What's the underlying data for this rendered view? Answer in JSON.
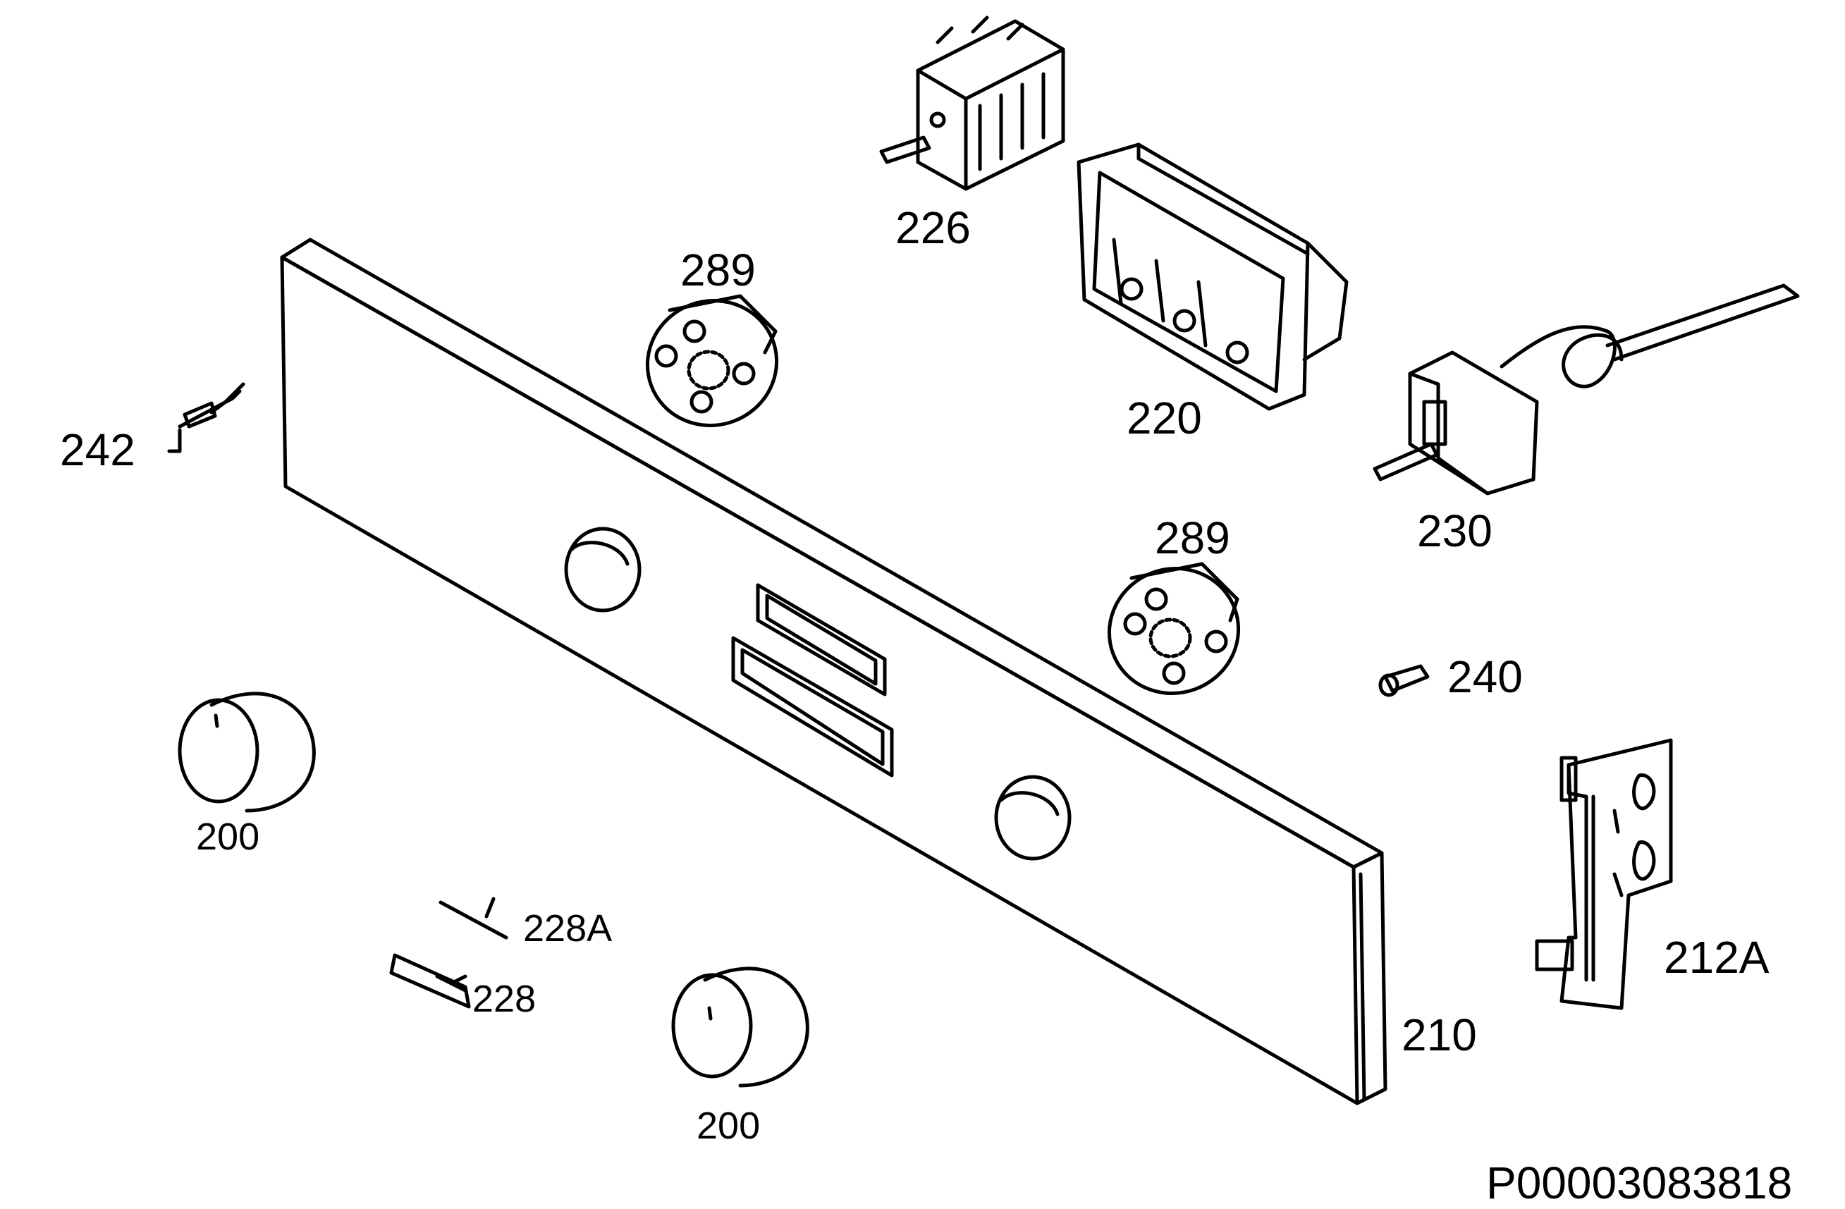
{
  "labels": {
    "p226": "226",
    "p289_top": "289",
    "p220": "220",
    "p242": "242",
    "p230": "230",
    "p289_mid": "289",
    "p240": "240",
    "p200_left": "200",
    "p228a": "228A",
    "p228": "228",
    "p212a": "212A",
    "p210": "210",
    "p200_bottom": "200"
  },
  "drawing_code": "P00003083818"
}
